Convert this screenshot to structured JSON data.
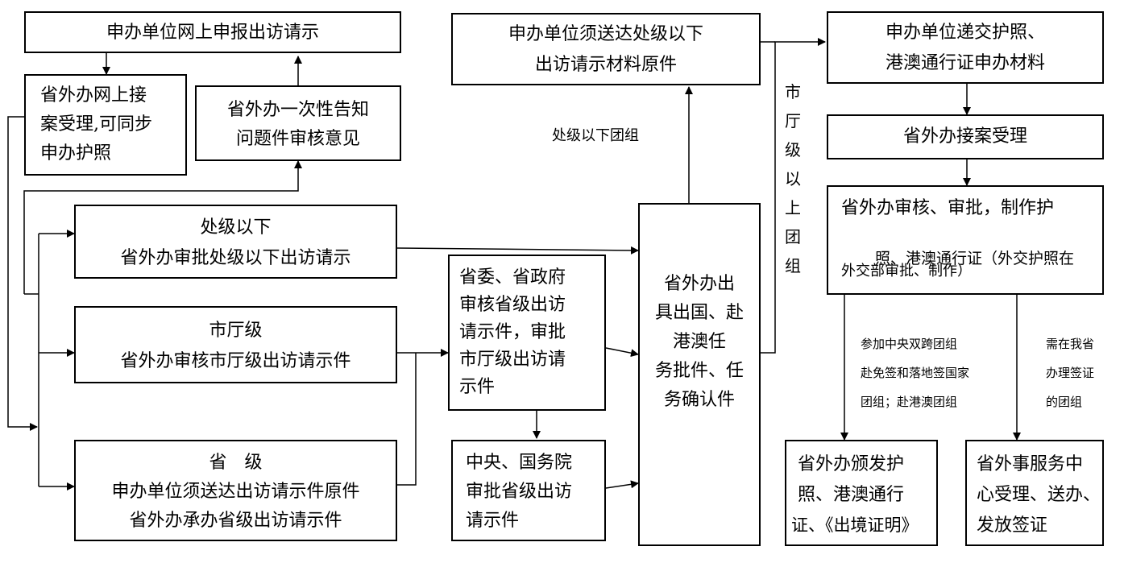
{
  "boxes": {
    "apply_online": "申办单位网上申报出访请示",
    "accept_online": [
      "省外办网上接",
      "案受理,可同步",
      "申办护照"
    ],
    "notify": [
      "省外办一次性告知",
      "问题件审核意见"
    ],
    "below_division": [
      "处级以下",
      "省外办审批处级以下出访请示"
    ],
    "city_level": [
      "市厅级",
      "省外办审核市厅级出访请示件"
    ],
    "provincial": [
      "省　级",
      "申办单位须送达出访请示件原件",
      "省外办承办省级出访请示件"
    ],
    "party_gov": [
      "省委、省政府",
      "审核省级出访",
      "请示件，审批",
      "市厅级出访请",
      "示件"
    ],
    "central": [
      "中央、国务院",
      "审批省级出访",
      "请示件"
    ],
    "issue_task": [
      "省外办出",
      "具出国、赴",
      "港澳任",
      "务批件、任",
      "务确认件"
    ],
    "send_originals": [
      "申办单位须送达处级以下",
      "出访请示材料原件"
    ],
    "submit_passport": [
      "申办单位递交护照、",
      "港澳通行证申办材料"
    ],
    "accept_case": "省外办接案受理",
    "review_make": [
      "省外办审核、审批，制作护",
      "照、港澳通行证（外交护照在",
      "外交部审批、制作）"
    ],
    "issue_passport": [
      "省外办颁发护",
      "照、港澳通行",
      "证、《出境证明》"
    ],
    "visa_center": [
      "省外事服务中",
      "心受理、送办、",
      "发放签证"
    ]
  },
  "labels": {
    "below_group": "处级以下团组",
    "city_above_group": "市厅级以上团组",
    "central_note": [
      "参加中央双跨团组",
      "赴免签和落地签国家",
      "团组；赴港澳团组"
    ],
    "visa_note": [
      "需在我省",
      "办理签证",
      "的团组"
    ]
  }
}
